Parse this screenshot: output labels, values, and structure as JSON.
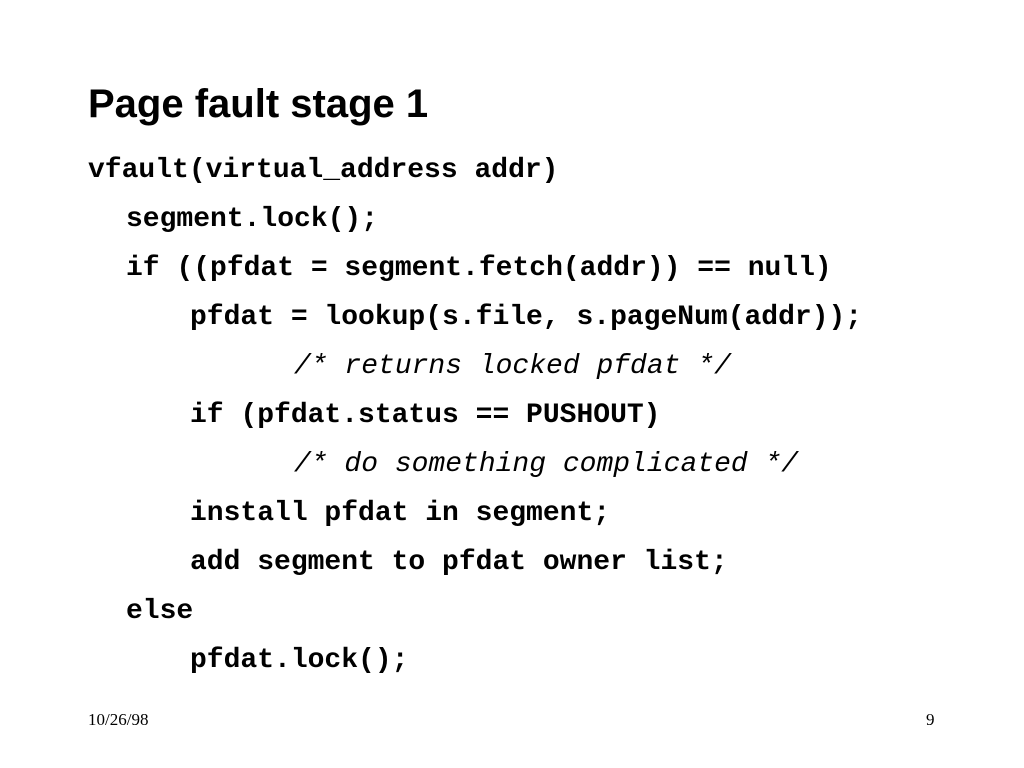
{
  "slide": {
    "title": "Page fault stage 1",
    "code_lines": [
      {
        "text": "vfault(virtual_address addr)",
        "indent": 0,
        "style": "bold"
      },
      {
        "text": "segment.lock();",
        "indent": 1,
        "style": "bold"
      },
      {
        "text": "if ((pfdat = segment.fetch(addr)) == null)",
        "indent": 1,
        "style": "bold"
      },
      {
        "text": "pfdat = lookup(s.file, s.pageNum(addr));",
        "indent": 2,
        "style": "bold"
      },
      {
        "text": "/* returns locked pfdat */",
        "indent": 3,
        "style": "comment"
      },
      {
        "text": "if (pfdat.status == PUSHOUT)",
        "indent": 2,
        "style": "bold"
      },
      {
        "text": "/* do something complicated */",
        "indent": 3,
        "style": "comment"
      },
      {
        "text": "install pfdat in segment;",
        "indent": 2,
        "style": "bold"
      },
      {
        "text": "add segment to pfdat owner list;",
        "indent": 2,
        "style": "bold"
      },
      {
        "text": "else",
        "indent": 1,
        "style": "bold"
      },
      {
        "text": "pfdat.lock();",
        "indent": 2,
        "style": "bold"
      }
    ],
    "footer": {
      "date": "10/26/98",
      "page_number": "9"
    }
  }
}
